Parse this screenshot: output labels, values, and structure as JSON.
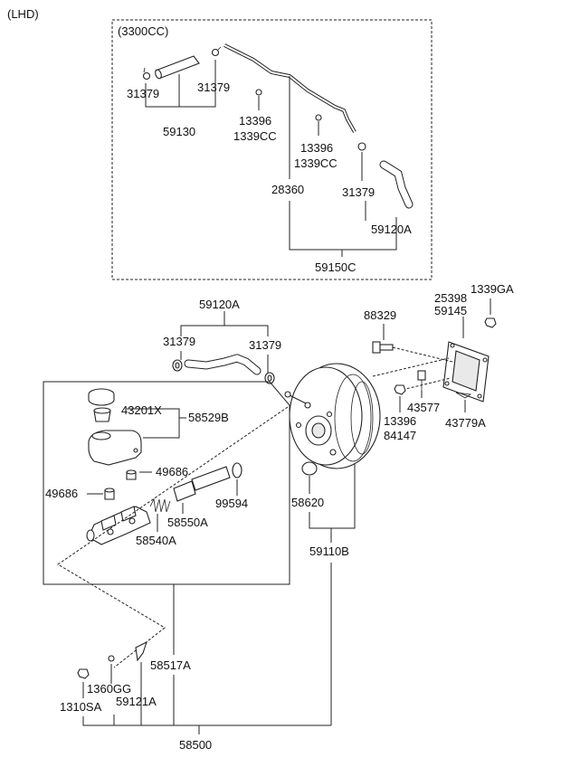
{
  "header": {
    "variant": "(LHD)"
  },
  "engine_box": {
    "label": "(3300CC)"
  },
  "labels": {
    "p31379_a": "31379",
    "p31379_b": "31379",
    "p59130": "59130",
    "p13396_a": "13396",
    "p1339cc_a": "1339CC",
    "p13396_b": "13396",
    "p1339cc_b": "1339CC",
    "p28360": "28360",
    "p31379_c": "31379",
    "p59120a_top": "59120A",
    "p59150c": "59150C",
    "p59120a": "59120A",
    "p31379_d": "31379",
    "p31379_e": "31379",
    "p88329": "88329",
    "p25398": "25398",
    "p59145": "59145",
    "p1339ga": "1339GA",
    "p43577": "43577",
    "p13396_c": "13396",
    "p84147": "84147",
    "p43779a": "43779A",
    "p43201x": "43201X",
    "p58529b": "58529B",
    "p49686_a": "49686",
    "p49686_b": "49686",
    "p99594": "99594",
    "p58550a": "58550A",
    "p58540a": "58540A",
    "p58620": "58620",
    "p59110b": "59110B",
    "p58517a": "58517A",
    "p1360gg": "1360GG",
    "p1310sa": "1310SA",
    "p59121a": "59121A",
    "p58500": "58500"
  }
}
